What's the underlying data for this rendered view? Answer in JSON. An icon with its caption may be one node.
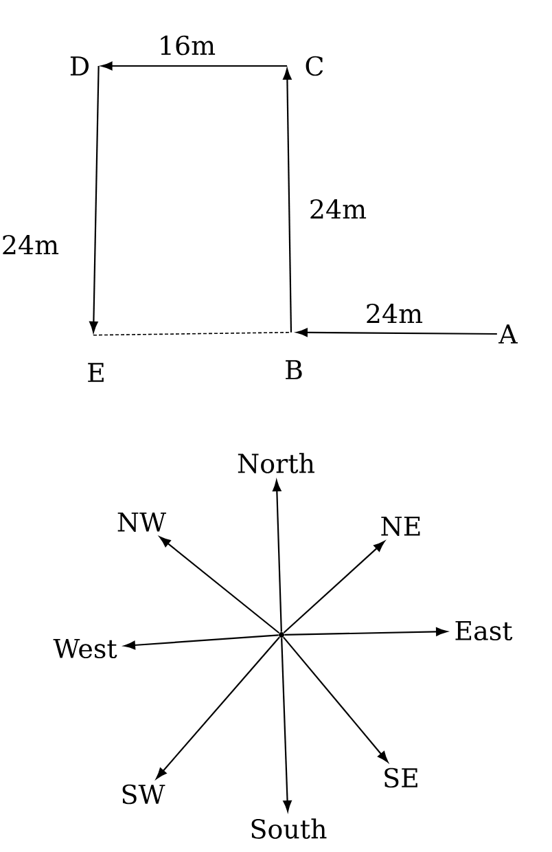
{
  "diagram": {
    "nodes": [
      {
        "text": [
          "D"
        ]
      },
      {
        "text": [
          "C"
        ]
      },
      {
        "text": [
          "E"
        ]
      },
      {
        "text": [
          "B"
        ]
      },
      {
        "text": [
          "A"
        ]
      },
      {
        "text": [],
        "shape": "circle"
      },
      {
        "text": [
          "North"
        ]
      },
      {
        "text": [
          "NW"
        ]
      },
      {
        "text": [
          "NE"
        ]
      },
      {
        "text": [
          "West"
        ]
      },
      {
        "text": [
          "East"
        ]
      },
      {
        "text": [
          "SW"
        ]
      },
      {
        "text": [
          "SE"
        ]
      },
      {
        "text": [
          "South"
        ]
      }
    ],
    "edges": [
      {
        "from": 4,
        "to": 3,
        "arrow": "to",
        "label": "24m"
      },
      {
        "from": 3,
        "to": 1,
        "arrow": "to",
        "label": "24m"
      },
      {
        "from": 1,
        "to": 0,
        "arrow": "to",
        "label": "16m"
      },
      {
        "from": 0,
        "to": 2,
        "arrow": "to",
        "label": "24m"
      },
      {
        "from": 2,
        "to": 3,
        "arrow": "none",
        "style": "dashed"
      },
      {
        "from": 5,
        "to": 6,
        "arrow": "to"
      },
      {
        "from": 5,
        "to": 7,
        "arrow": "to"
      },
      {
        "from": 5,
        "to": 8,
        "arrow": "to"
      },
      {
        "from": 5,
        "to": 9,
        "arrow": "to"
      },
      {
        "from": 5,
        "to": 10,
        "arrow": "to"
      },
      {
        "from": 5,
        "to": 11,
        "arrow": "to"
      },
      {
        "from": 5,
        "to": 12,
        "arrow": "to"
      },
      {
        "from": 5,
        "to": 13,
        "arrow": "to"
      }
    ]
  }
}
